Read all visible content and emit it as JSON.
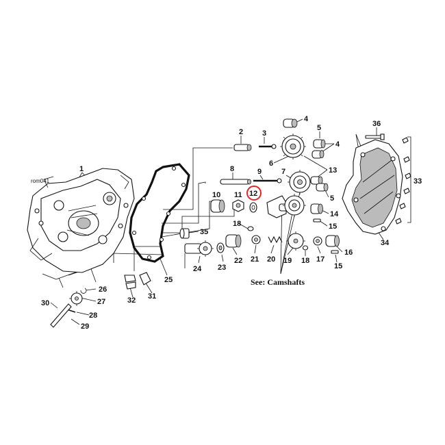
{
  "diagram": {
    "code": "rom041",
    "see_note": "See: Camshafts",
    "highlight_color": "#e0242b",
    "highlighted_part": "12",
    "callouts": {
      "p1": "1",
      "p2": "2",
      "p3": "3",
      "p4": "4",
      "p5a": "5",
      "p5b": "5",
      "p6": "6",
      "p7": "7",
      "p8": "8",
      "p9": "9",
      "p10": "10",
      "p11": "11",
      "p12": "12",
      "p13a": "13",
      "p13b": "13",
      "p14": "14",
      "p15a": "15",
      "p15b": "15",
      "p16": "16",
      "p17": "17",
      "p18a": "18",
      "p18b": "18",
      "p19": "19",
      "p20": "20",
      "p21": "21",
      "p22": "22",
      "p23": "23",
      "p24": "24",
      "p25": "25",
      "p26": "26",
      "p27": "27",
      "p28": "28",
      "p29": "29",
      "p30": "30",
      "p31": "31",
      "p32": "32",
      "p33": "33",
      "p34": "34",
      "p35": "35",
      "p36": "36"
    }
  }
}
